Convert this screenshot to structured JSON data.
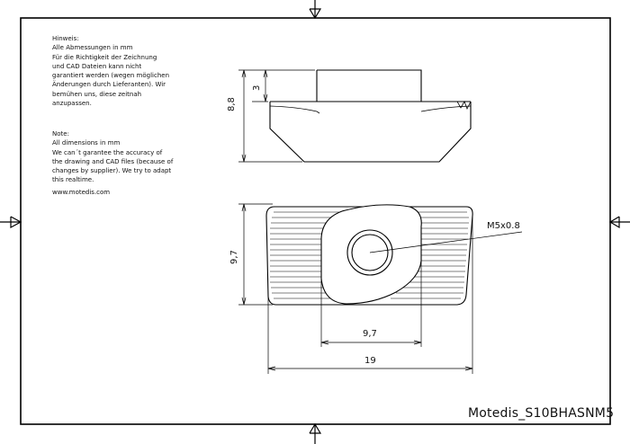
{
  "notes": {
    "german": "Hinweis:\nAlle Abmessungen in mm\nFür die Richtigkeit der Zeichnung\nund CAD Dateien kann nicht\ngarantiert werden (wegen möglichen\nÄnderungen durch Lieferanten). Wir\nbemühen uns, diese zeitnah\nanzupassen.",
    "english": "Note:\nAll dimensions in mm\nWe can´t garantee the accuracy of\nthe drawing and CAD files (because of\nchanges by supplier). We try to adapt\nthis realtime.",
    "website": "www.motedis.com"
  },
  "dimensions": {
    "height_total": "8,8",
    "height_top": "3",
    "width_front": "9,7",
    "width_body": "9,7",
    "length": "19",
    "thread": "M5x0.8"
  },
  "title_block": "Motedis_S10BHASNM5"
}
